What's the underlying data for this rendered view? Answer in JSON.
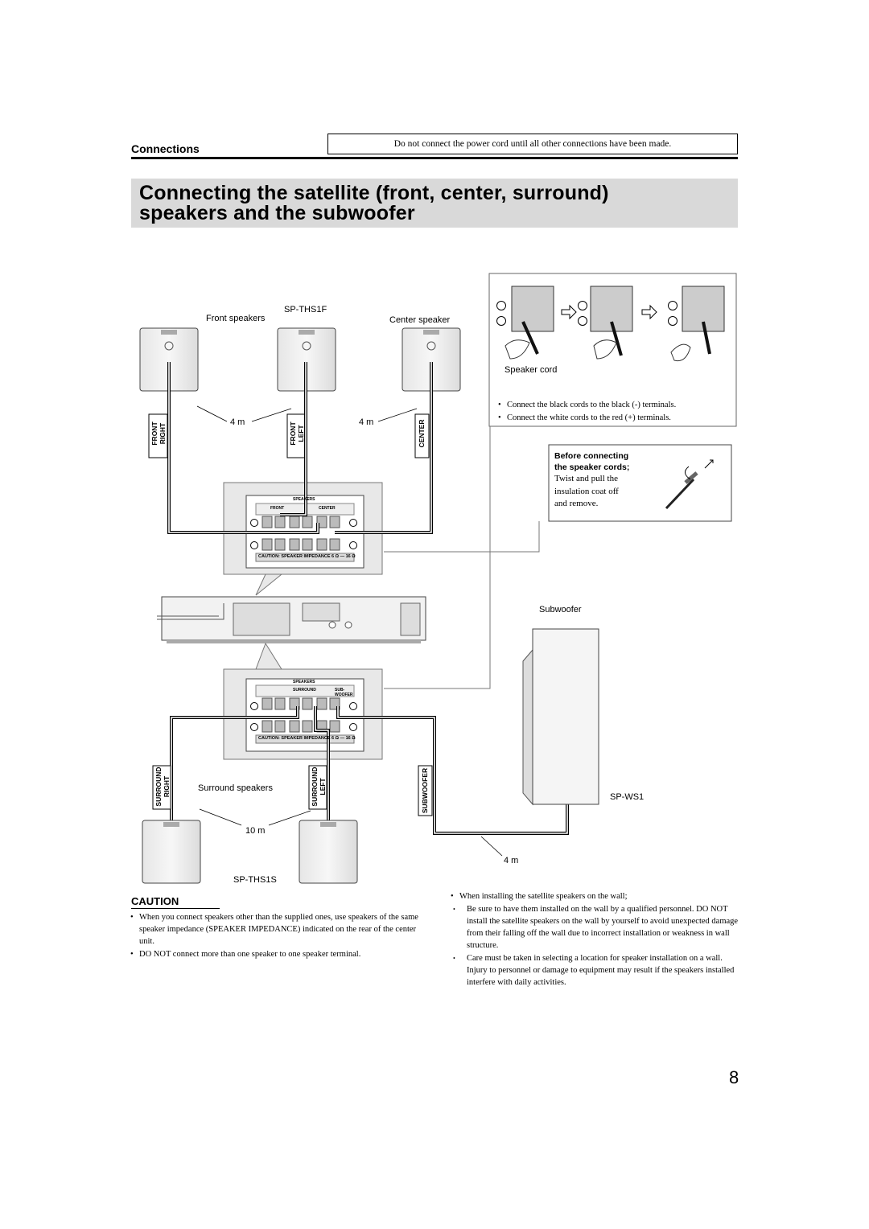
{
  "header": {
    "section": "Connections",
    "notice": "Do not connect the  power cord until all other connections have been made."
  },
  "title": "Connecting the satellite (front, center, surround) speakers and the subwoofer",
  "title_line1": "Connecting the satellite (front, center, surround)",
  "title_line2": "speakers and the subwoofer",
  "diagram": {
    "front_speakers_label": "Front speakers",
    "front_model": "SP-THS1F",
    "center_speaker_label": "Center speaker",
    "cord_front_length": "4 m",
    "cord_center_length": "4 m",
    "tag_front_right": [
      "FRONT",
      "RIGHT"
    ],
    "tag_front_left": [
      "FRONT",
      "LEFT"
    ],
    "tag_center": "CENTER",
    "panel_top": {
      "title": "SPEAKERS",
      "groups": [
        "FRONT",
        "CENTER"
      ],
      "caution": "CAUTION: SPEAKER IMPEDANCE 6 Ω — 16 Ω"
    },
    "panel_bottom": {
      "title": "SPEAKERS",
      "groups": [
        "SURROUND",
        "SUB-WOOFER"
      ],
      "caution": "CAUTION: SPEAKER IMPEDANCE 6 Ω — 16 Ω"
    },
    "speaker_cord_label": "Speaker cord",
    "cord_instructions": [
      "Connect the black cords to the black (-) terminals.",
      "Connect the white cords to the red (+) terminals."
    ],
    "before_connecting": {
      "heading1": "Before connecting",
      "heading2": "the speaker cords;",
      "lines": [
        "Twist and pull the",
        "insulation coat off",
        "and remove."
      ]
    },
    "subwoofer_label": "Subwoofer",
    "subwoofer_model": "SP-WS1",
    "subwoofer_cord_length": "4 m",
    "tag_surround_right": [
      "SURROUND",
      "RIGHT"
    ],
    "tag_surround_left": [
      "SURROUND",
      "LEFT"
    ],
    "tag_subwoofer": "SUBWOOFER",
    "surround_speakers_label": "Surround speakers",
    "surround_cord_length": "10 m",
    "surround_model": "SP-THS1S"
  },
  "caution": {
    "title": "CAUTION",
    "items": [
      "When you connect speakers other than the supplied ones, use speakers of the same speaker impedance (SPEAKER IMPEDANCE) indicated on the rear of the center unit.",
      "DO NOT connect more than one speaker to one speaker terminal."
    ]
  },
  "wall_notes": {
    "intro": "When installing the satellite speakers on the wall;",
    "items": [
      "Be sure to have them installed on the wall by a qualified personnel. DO NOT install the satellite speakers on the wall by yourself to avoid unexpected damage from their falling off the wall due to incorrect installation or weakness in wall structure.",
      "Care must be taken in selecting a location for speaker installation on a wall. Injury to personnel or damage to equipment may result if the speakers installed interfere with daily activities."
    ]
  },
  "page_number": "8"
}
